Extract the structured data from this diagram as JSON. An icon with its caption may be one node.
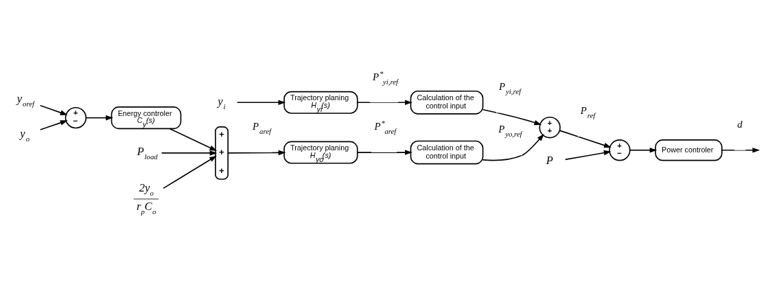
{
  "diagram": {
    "nodes": [
      {
        "text": [
          "y$_{i}$"
        ]
      },
      {
        "text": [
          "Trajectory planing",
          "H$_{yi}$(s)"
        ]
      },
      {
        "text": [
          "Calculation of the control input"
        ]
      },
      {
        "text": [
          "y$_{oref}$"
        ]
      },
      {
        "text": [
          "+",
          "−"
        ]
      },
      {
        "text": [
          "y$_{o}$"
        ]
      },
      {
        "text": [
          "Energy controler",
          "C$_{y}$(s)"
        ]
      },
      {
        "text": [
          "+",
          "+",
          "+"
        ]
      },
      {
        "text": [
          "P$_{load}$"
        ]
      },
      {
        "text": [
          "2y$_{o}$",
          "r$_{p}$C$_{o}$"
        ]
      },
      {
        "text": [
          "Trajectory planing",
          "H$_{yo}$(s)"
        ]
      },
      {
        "text": [
          "Calculation of the control input"
        ]
      },
      {
        "text": [
          "+",
          "+"
        ]
      },
      {
        "text": [
          "+",
          "−"
        ]
      },
      {
        "text": [
          "P"
        ]
      },
      {
        "text": [
          "Power controler"
        ]
      }
    ],
    "edges": [
      {
        "from": 0,
        "to": 1,
        "arrow": "to"
      },
      {
        "from": 1,
        "to": 2,
        "arrow": "to",
        "label": "P$^{*}$$_{yi,ref}$"
      },
      {
        "from": 2,
        "to": 12,
        "arrow": "to",
        "label": "P$_{yi,ref}$"
      },
      {
        "from": 3,
        "to": 4,
        "arrow": "to"
      },
      {
        "from": 5,
        "to": 4,
        "arrow": "to"
      },
      {
        "from": 4,
        "to": 6,
        "arrow": "to"
      },
      {
        "from": 6,
        "to": 7,
        "arrow": "to"
      },
      {
        "from": 8,
        "to": 7,
        "arrow": "to"
      },
      {
        "from": 9,
        "to": 7,
        "arrow": "to"
      },
      {
        "from": 7,
        "to": 10,
        "arrow": "to",
        "label": "P$_{aref}$"
      },
      {
        "from": 10,
        "to": 11,
        "arrow": "to",
        "label": "P$^{*}$$_{aref}$"
      },
      {
        "from": 11,
        "to": 12,
        "arrow": "to",
        "label": "P$_{yo,ref}$"
      },
      {
        "from": 12,
        "to": 13,
        "arrow": "to",
        "label": "P$_{ref}$"
      },
      {
        "from": 14,
        "to": 13,
        "arrow": "to"
      },
      {
        "from": 13,
        "to": 15,
        "arrow": "to"
      },
      {
        "from": 15,
        "to": null,
        "arrow": "to",
        "label": "d"
      }
    ]
  }
}
